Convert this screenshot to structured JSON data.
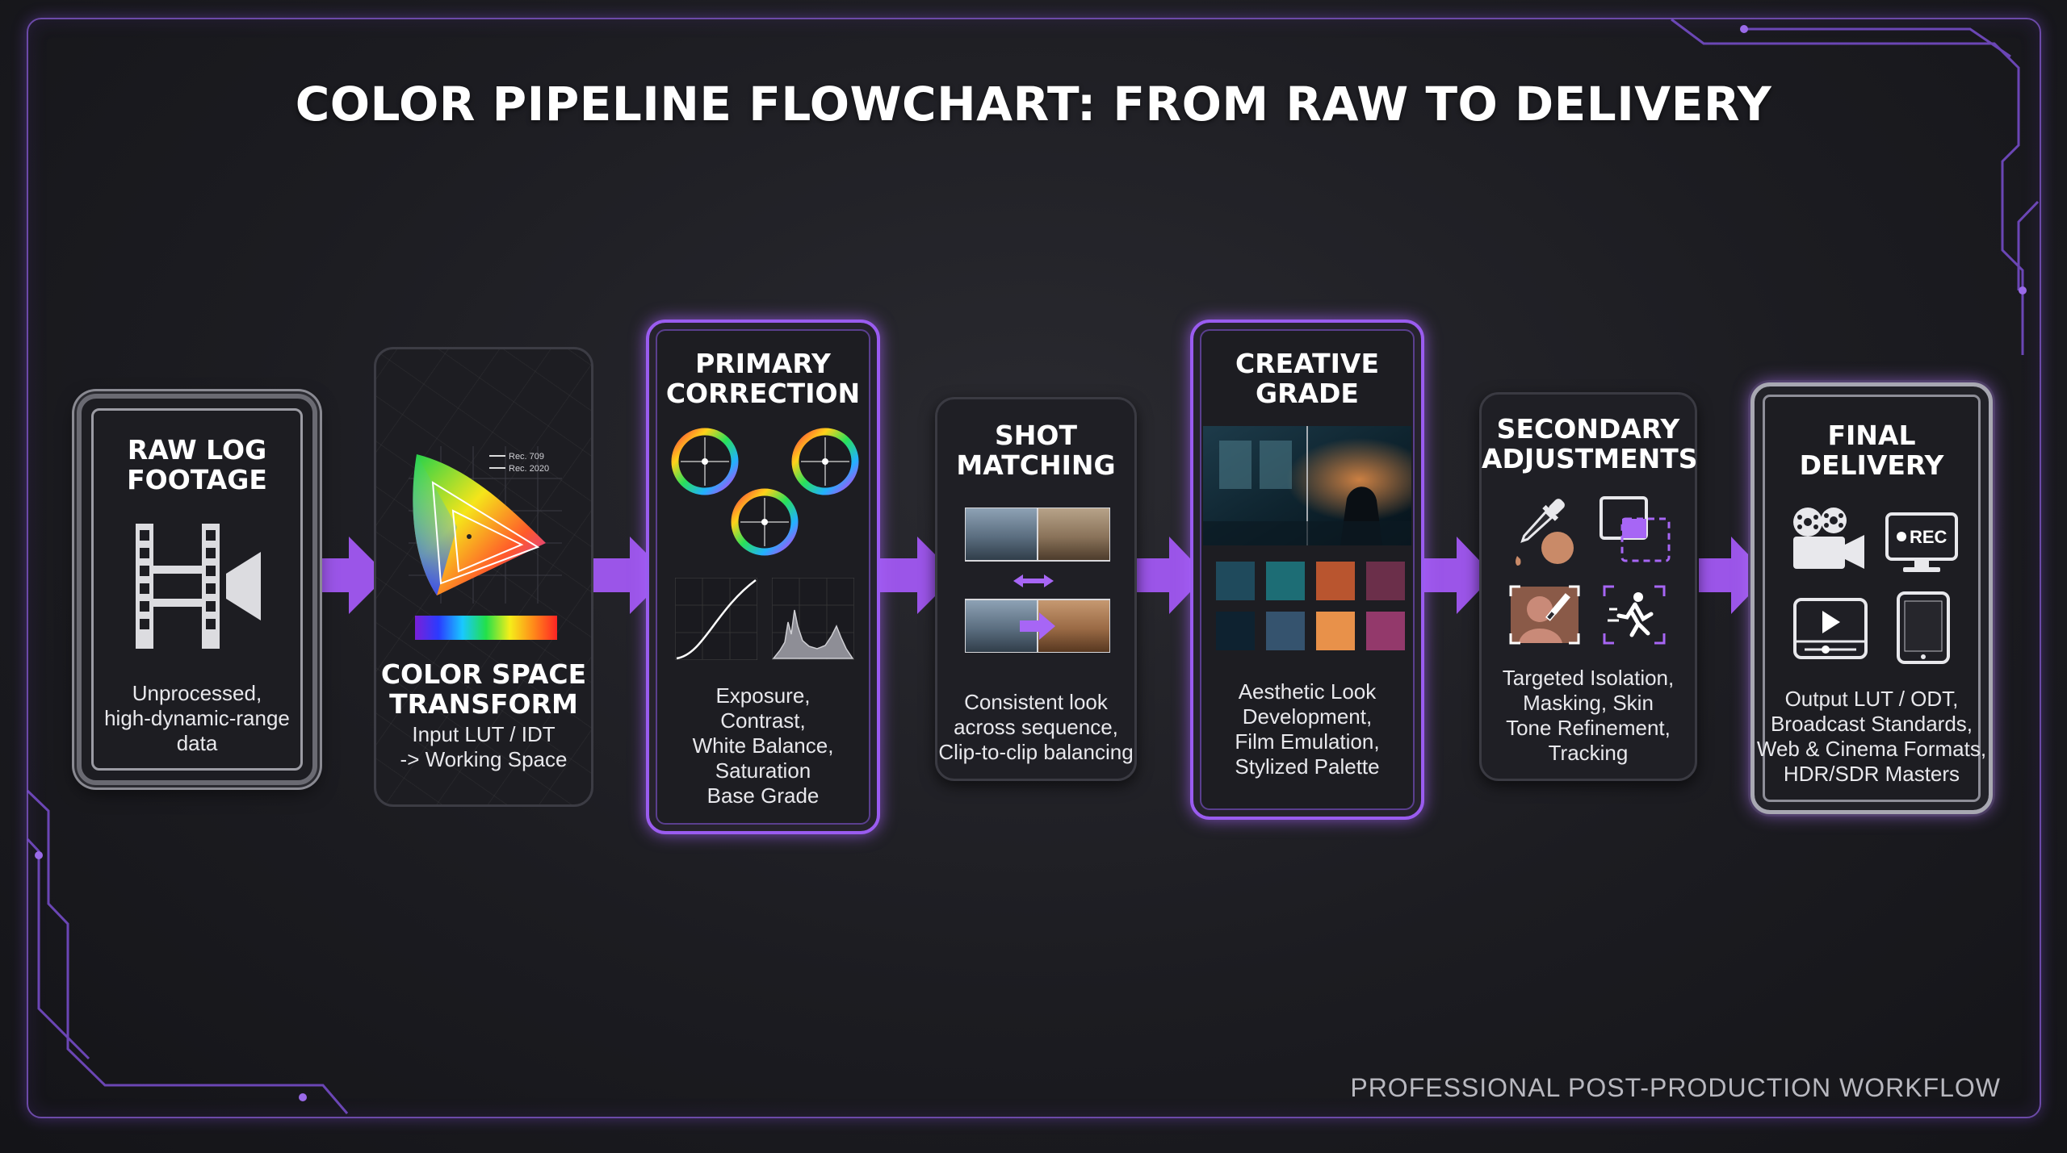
{
  "title": "COLOR PIPELINE FLOWCHART: FROM RAW TO DELIVERY",
  "footer": "PROFESSIONAL POST-PRODUCTION WORKFLOW",
  "accent_color": "#9a5cf0",
  "steps": [
    {
      "title": "RAW LOG\nFOOTAGE",
      "description": "Unprocessed,\nhigh-dynamic-range\ndata",
      "icon": "film-camera-icon"
    },
    {
      "title": "COLOR SPACE\nTRANSFORM",
      "description": "Input LUT / IDT\n-> Working Space",
      "icon": "cie-gamut-diagram",
      "legend": [
        "Rec. 709",
        "Rec. 2020"
      ]
    },
    {
      "title": "PRIMARY\nCORRECTION",
      "description": "Exposure,\nContrast,\nWhite Balance,\nSaturation\nBase Grade",
      "icon": "color-wheels-curve-histogram"
    },
    {
      "title": "SHOT\nMATCHING",
      "description": "Consistent look\nacross sequence,\nClip-to-clip balancing",
      "icon": "shot-compare-icon"
    },
    {
      "title": "CREATIVE\nGRADE",
      "description": "Aesthetic Look\nDevelopment,\nFilm Emulation,\nStylized Palette",
      "icon": "palette-swatches"
    },
    {
      "title": "SECONDARY\nADJUSTMENTS",
      "description": "Targeted Isolation,\nMasking, Skin\nTone Refinement,\nTracking",
      "icon": "eyedropper-mask-tracking-icons"
    },
    {
      "title": "FINAL\nDELIVERY",
      "description": "Output LUT / ODT,\nBroadcast Standards,\nWeb & Cinema Formats,\nHDR/SDR Masters",
      "icon": "delivery-devices-icons",
      "rec_label": "REC"
    }
  ]
}
